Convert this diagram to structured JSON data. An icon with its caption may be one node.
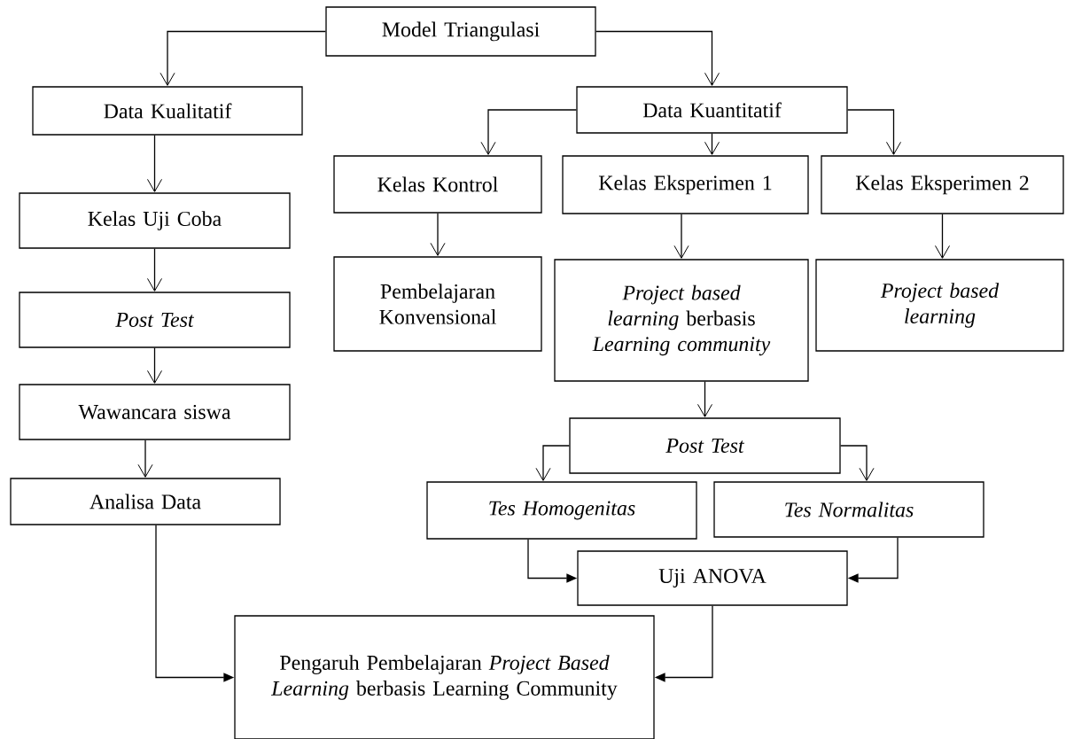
{
  "diagram": {
    "nodes": [
      {
        "text": [
          "Model Triangulasi"
        ]
      },
      {
        "text": [
          "Data Kualitatif"
        ]
      },
      {
        "text": [
          "Data Kuantitatif"
        ]
      },
      {
        "text": [
          "Kelas Kontrol"
        ]
      },
      {
        "text": [
          "Kelas Eksperimen 1"
        ]
      },
      {
        "text": [
          "Kelas Eksperimen 2"
        ]
      },
      {
        "text": [
          "Kelas Uji Coba"
        ]
      },
      {
        "text": [
          "Pembelajaran Konvensional"
        ]
      },
      {
        "text": [
          "*Project based learning* berbasis *Learning community*"
        ]
      },
      {
        "text": [
          "Project based learning"
        ]
      },
      {
        "text": [
          "Post Test"
        ]
      },
      {
        "text": [
          "Wawancara siswa"
        ]
      },
      {
        "text": [
          "Post Test"
        ]
      },
      {
        "text": [
          "Analisa Data"
        ]
      },
      {
        "text": [
          "Tes Homogenitas"
        ]
      },
      {
        "text": [
          "Tes Normalitas"
        ]
      },
      {
        "text": [
          "Uji ANOVA"
        ]
      },
      {
        "text": [
          "Pengaruh Pembelajaran *Project Based Learning* berbasis Learning Community"
        ]
      }
    ],
    "edges": [
      {
        "from": 0,
        "to": 1,
        "arrow": "to"
      },
      {
        "from": 0,
        "to": 2,
        "arrow": "to"
      },
      {
        "from": 2,
        "to": 3,
        "arrow": "to"
      },
      {
        "from": 2,
        "to": 4,
        "arrow": "to"
      },
      {
        "from": 2,
        "to": 5,
        "arrow": "to"
      },
      {
        "from": 1,
        "to": 6,
        "arrow": "to"
      },
      {
        "from": 3,
        "to": 7,
        "arrow": "to"
      },
      {
        "from": 4,
        "to": 8,
        "arrow": "to"
      },
      {
        "from": 5,
        "to": 9,
        "arrow": "to"
      },
      {
        "from": 6,
        "to": 10,
        "arrow": "to"
      },
      {
        "from": 10,
        "to": 11,
        "arrow": "to"
      },
      {
        "from": 8,
        "to": 12,
        "arrow": "to"
      },
      {
        "from": 11,
        "to": 13,
        "arrow": "to"
      },
      {
        "from": 12,
        "to": 14,
        "arrow": "to"
      },
      {
        "from": 12,
        "to": 15,
        "arrow": "to"
      },
      {
        "from": 14,
        "to": 16,
        "arrow": "to"
      },
      {
        "from": 15,
        "to": 16,
        "arrow": "to"
      },
      {
        "from": 13,
        "to": 17,
        "arrow": "to"
      },
      {
        "from": 16,
        "to": 17,
        "arrow": "to"
      }
    ]
  }
}
